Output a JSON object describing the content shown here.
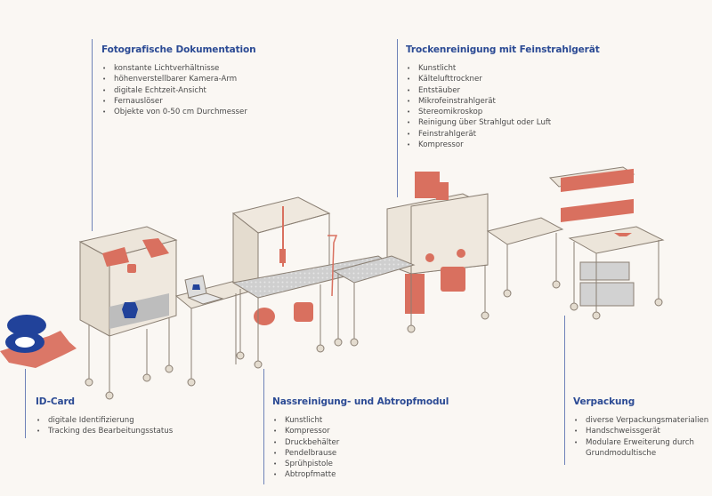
{
  "modules": [
    {
      "id": "fotografische-dokumentation",
      "title": "Fotografische Dokumentation",
      "items": [
        "konstante Lichtverhältnisse",
        "höhenverstellbarer Kamera-Arm",
        "digitale Echtzeit-Ansicht",
        "Fernauslöser",
        "Objekte von 0-50 cm Durchmesser"
      ]
    },
    {
      "id": "trockenreinigung",
      "title": "Trockenreinigung mit Feinstrahlgerät",
      "items": [
        "Kunstlicht",
        "Kältelufttrockner",
        "Entstäuber",
        "Mikrofeinstrahlgerät",
        "Stereomikroskop",
        "Reinigung über Strahlgut oder Luft",
        "Feinstrahlgerät",
        "Kompressor"
      ]
    },
    {
      "id": "id-card",
      "title": "ID-Card",
      "items": [
        "digitale Identifizierung",
        "Tracking des Bearbeitungsstatus"
      ]
    },
    {
      "id": "nassreinigung",
      "title": "Nassreinigung- und Abtropfmodul",
      "items": [
        "Kunstlicht",
        "Kompressor",
        "Druckbehälter",
        "Pendelbrause",
        "Sprühpistole",
        "Abtropfmatte"
      ]
    },
    {
      "id": "verpackung",
      "title": "Verpackung",
      "items": [
        "diverse Verpackungsmaterialien",
        "Handschweissgerät",
        "Modulare Erweiterung durch Grundmodultische"
      ]
    }
  ],
  "colors": {
    "title": "#2b4a94",
    "text": "#4a4a4a",
    "leader_line": "#6f82b8",
    "frame": "#e9e2d7",
    "frame_stroke": "#8a7f73",
    "panel": "#e6ddd0",
    "equipment": "#d9705f",
    "object_blue": "#21429a",
    "tray_grey": "#c9c9c9"
  }
}
